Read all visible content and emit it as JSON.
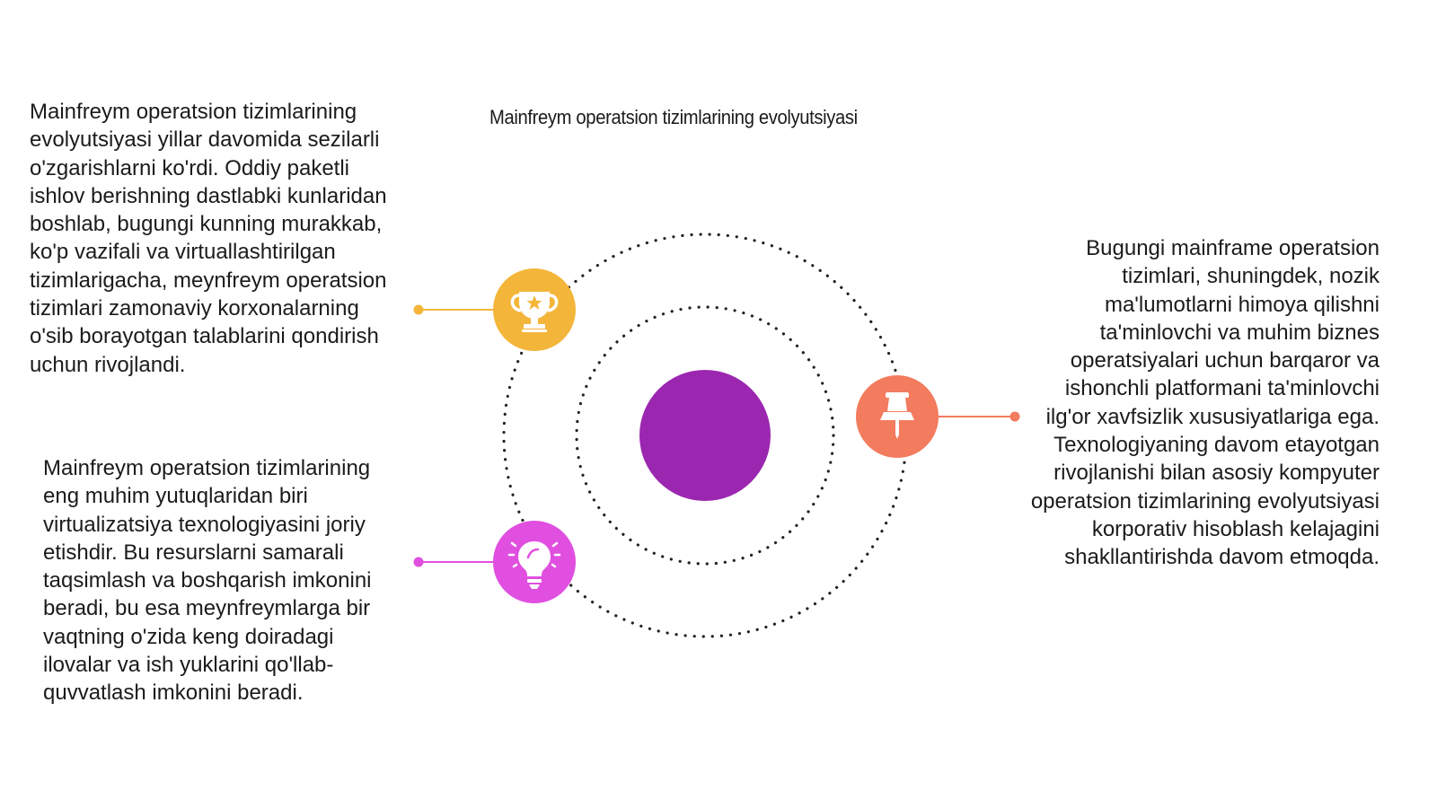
{
  "title": "Mainfreym operatsion tizimlarining evolyutsiyasi",
  "items": [
    {
      "icon": "trophy-icon",
      "color": "#F4B63A",
      "text": "Mainfreym operatsion tizimlarining evolyutsiyasi yillar davomida sezilarli o'zgarishlarni ko'rdi. Oddiy paketli ishlov berishning dastlabki kunlaridan boshlab, bugungi kunning murakkab, ko'p vazifali va virtuallashtirilgan tizimlarigacha, meynfreym operatsion tizimlari zamonaviy korxonalarning o'sib borayotgan talablarini qondirish uchun rivojlandi."
    },
    {
      "icon": "lightbulb-icon",
      "color": "#E04FE0",
      "text": "Mainfreym operatsion tizimlarining eng muhim yutuqlaridan biri virtualizatsiya texnologiyasini joriy etishdir. Bu resurslarni samarali taqsimlash va boshqarish imkonini beradi, bu esa meynfreymlarga bir vaqtning o'zida keng doiradagi ilovalar va ish yuklarini qo'llab-quvvatlash imkonini beradi."
    },
    {
      "icon": "pushpin-icon",
      "color": "#F37B5E",
      "text": "Bugungi mainframe operatsion tizimlari, shuningdek, nozik ma'lumotlarni himoya qilishni ta'minlovchi va muhim biznes operatsiyalari uchun barqaror va ishonchli platformani ta'minlovchi ilg'or xavfsizlik xususiyatlariga ega. Texnologiyaning davom etayotgan rivojlanishi bilan asosiy kompyuter operatsion tizimlarining evolyutsiyasi korporativ hisoblash kelajagini shakllantirishda davom etmoqda."
    }
  ],
  "center_color": "#9B27B0"
}
